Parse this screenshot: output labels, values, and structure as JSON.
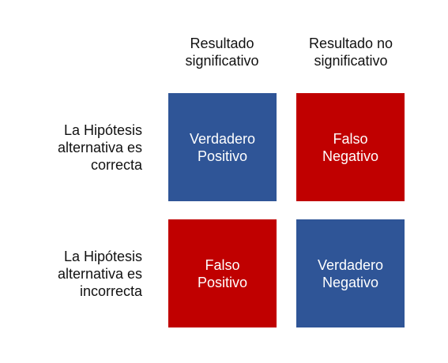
{
  "columns": [
    {
      "line1": "Resultado",
      "line2": "significativo"
    },
    {
      "line1": "Resultado no",
      "line2": "significativo"
    }
  ],
  "rows": [
    {
      "line1": "La Hipótesis",
      "line2": "alternativa es",
      "line3": "correcta"
    },
    {
      "line1": "La Hipótesis",
      "line2": "alternativa es",
      "line3": "incorrecta"
    }
  ],
  "cells": {
    "true_positive": {
      "line1": "Verdadero",
      "line2": "Positivo",
      "color": "#2f5597"
    },
    "false_negative": {
      "line1": "Falso",
      "line2": "Negativo",
      "color": "#c00000"
    },
    "false_positive": {
      "line1": "Falso",
      "line2": "Positivo",
      "color": "#c00000"
    },
    "true_negative": {
      "line1": "Verdadero",
      "line2": "Negativo",
      "color": "#2f5597"
    }
  }
}
